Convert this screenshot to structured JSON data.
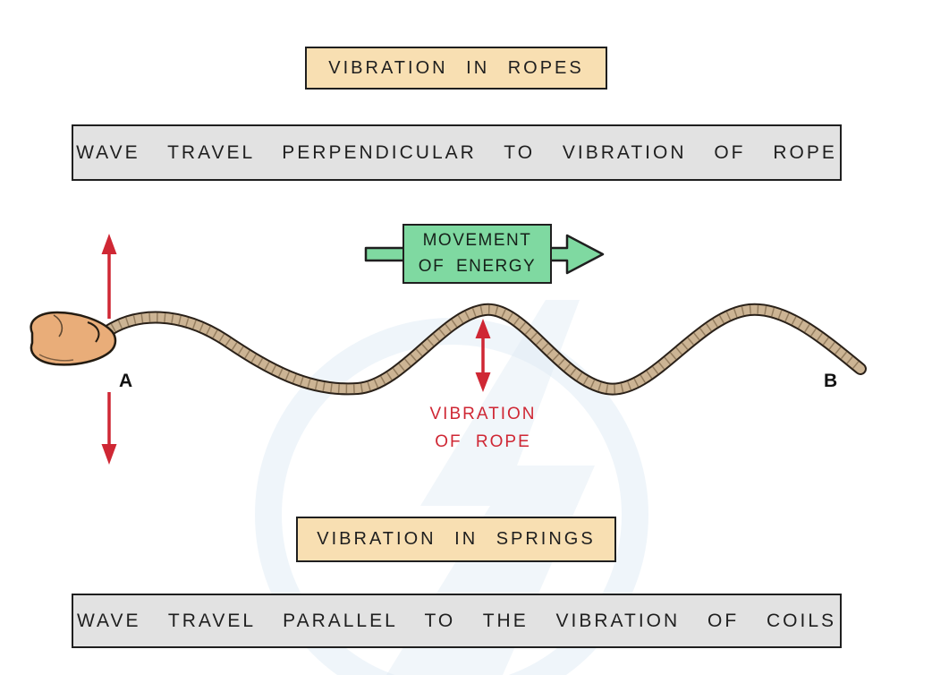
{
  "ropes_section": {
    "title": "VIBRATION IN ROPES",
    "subtitle": "WAVE TRAVEL PERPENDICULAR TO VIBRATION OF ROPE",
    "energy_box": {
      "line1": "MOVEMENT",
      "line2": "OF ENERGY"
    },
    "vibration_label": {
      "line1": "VIBRATION",
      "line2": "OF ROPE"
    },
    "point_a": "A",
    "point_b": "B"
  },
  "springs_section": {
    "title": "VIBRATION IN SPRINGS",
    "subtitle": "WAVE TRAVEL PARALLEL TO THE VIBRATION OF COILS"
  },
  "colors": {
    "title_box_bg": "#f8dfb2",
    "subtitle_box_bg": "#e2e2e2",
    "energy_box_bg": "#7fd9a1",
    "red_arrow": "#cf2734",
    "rope": "#ccb494",
    "rope_outline": "#2a2119",
    "hand_skin": "#e9ad79",
    "box_outline": "#1f1f1f",
    "watermark": "#d7e5f2"
  }
}
